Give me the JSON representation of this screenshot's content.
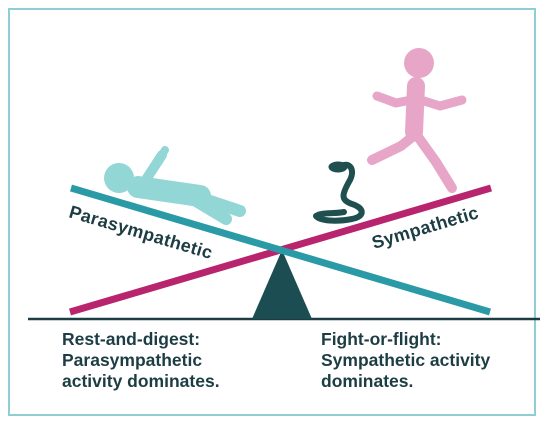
{
  "colors": {
    "frame": "#8fcfd3",
    "parasympathetic_beam": "#2a9aa6",
    "sympathetic_beam": "#b8246d",
    "fulcrum": "#1c4d52",
    "ground": "#1d3d44",
    "resting_figure": "#93d6d6",
    "running_figure": "#e7a6c8",
    "snake": "#1f4f4f",
    "text": "#1d3d44"
  },
  "icons": {
    "resting_figure": "lying-person-icon",
    "running_figure": "running-person-icon",
    "snake": "snake-icon"
  },
  "labels": {
    "parasympathetic": "Parasympathetic",
    "sympathetic": "Sympathetic"
  },
  "captions": {
    "left": {
      "line1": "Rest-and-digest:",
      "line2": "Parasympathetic",
      "line3": "activity dominates."
    },
    "right": {
      "line1": "Fight-or-flight:",
      "line2": "Sympathetic activity",
      "line3": "dominates."
    }
  }
}
